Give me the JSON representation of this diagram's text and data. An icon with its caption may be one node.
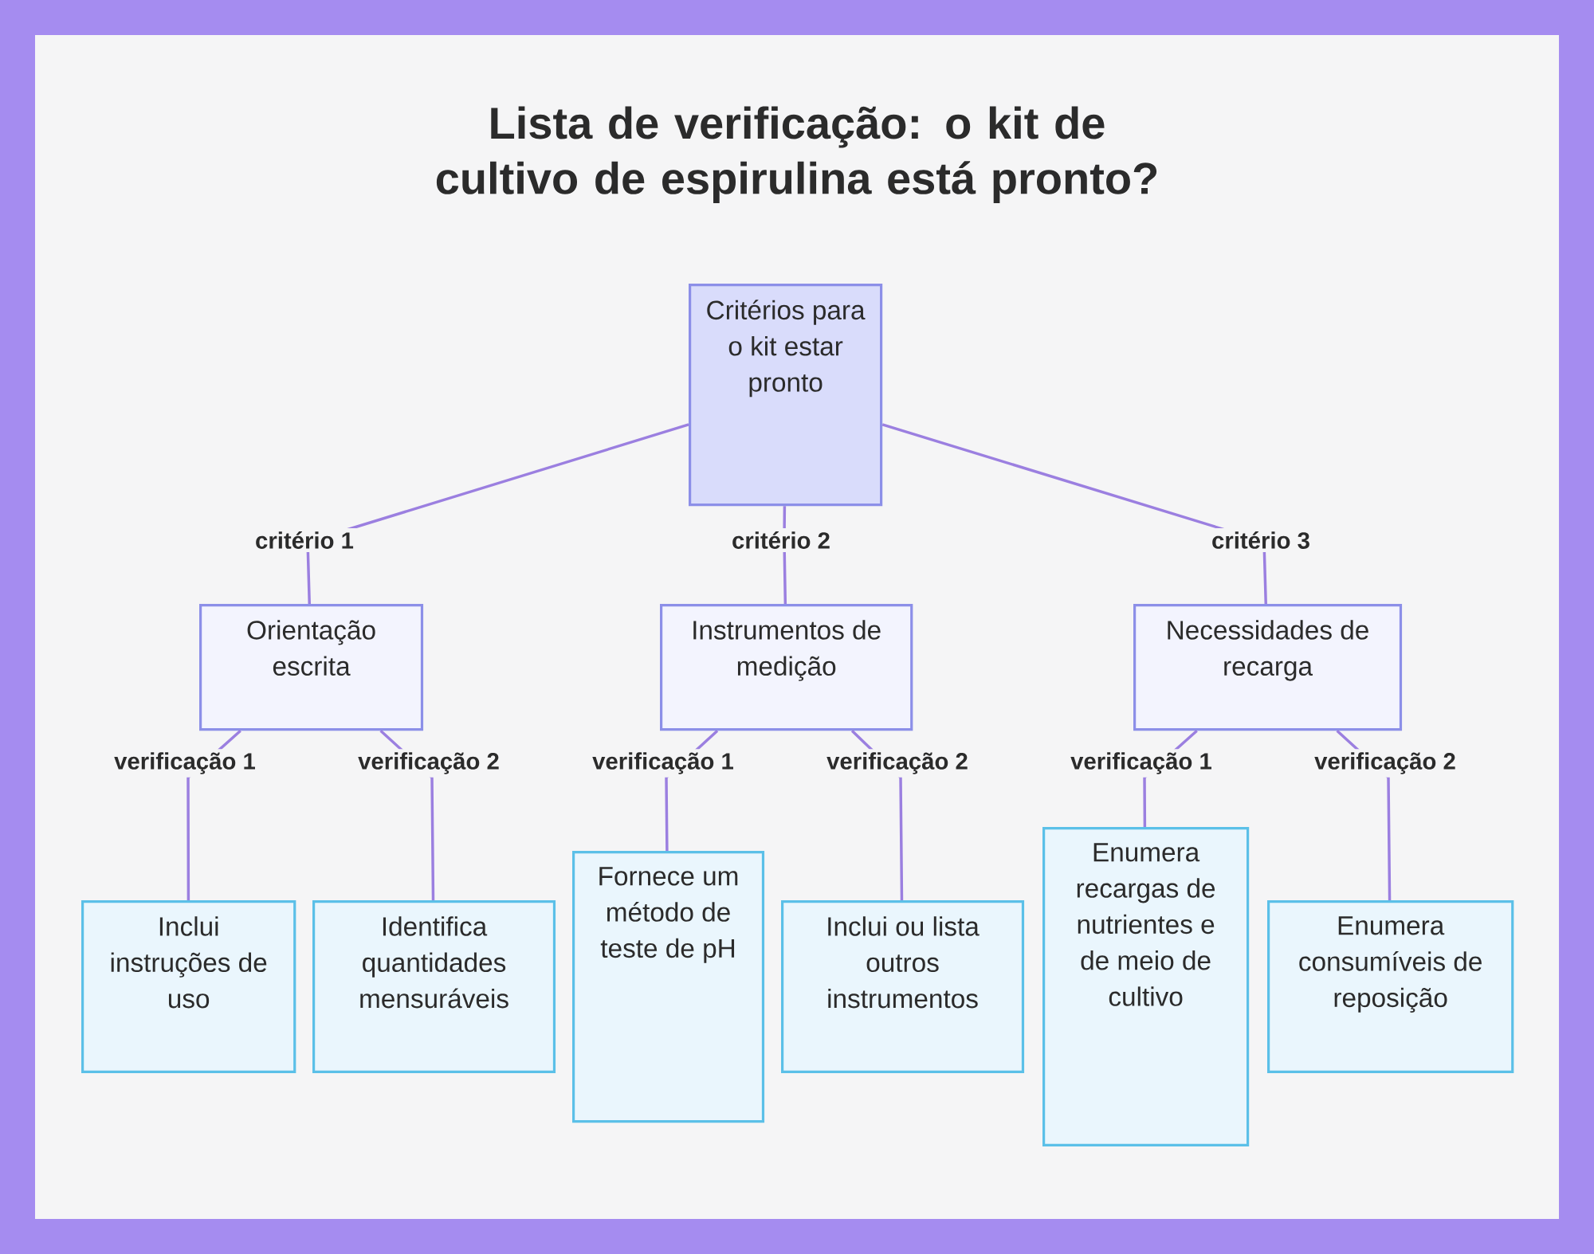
{
  "diagram": {
    "title": "Lista de verificação: o kit de cultivo de espirulina está pronto?",
    "nodes": [
      {
        "text": [
          "Critérios para o kit estar pronto"
        ]
      },
      {
        "text": [
          "Orientação escrita"
        ]
      },
      {
        "text": [
          "Instrumentos de medição"
        ]
      },
      {
        "text": [
          "Necessidades de recarga"
        ]
      },
      {
        "text": [
          "Inclui instruções de uso"
        ]
      },
      {
        "text": [
          "Identifica quantidades mensuráveis"
        ]
      },
      {
        "text": [
          "Fornece um método de teste de pH"
        ]
      },
      {
        "text": [
          "Inclui ou lista outros instrumentos"
        ]
      },
      {
        "text": [
          "Enumera recargas de nutrientes e de meio de cultivo"
        ]
      },
      {
        "text": [
          "Enumera consumíveis de reposição"
        ]
      }
    ],
    "edges": [
      {
        "from": 0,
        "to": 1,
        "arrow": "none",
        "label": "critério 1"
      },
      {
        "from": 0,
        "to": 2,
        "arrow": "none",
        "label": "critério 2"
      },
      {
        "from": 0,
        "to": 3,
        "arrow": "none",
        "label": "critério 3"
      },
      {
        "from": 1,
        "to": 4,
        "arrow": "none",
        "label": "verificação 1"
      },
      {
        "from": 1,
        "to": 5,
        "arrow": "none",
        "label": "verificação 2"
      },
      {
        "from": 2,
        "to": 6,
        "arrow": "none",
        "label": "verificação 1"
      },
      {
        "from": 2,
        "to": 7,
        "arrow": "none",
        "label": "verificação 2"
      },
      {
        "from": 3,
        "to": 8,
        "arrow": "none",
        "label": "verificação 1"
      },
      {
        "from": 3,
        "to": 9,
        "arrow": "none",
        "label": "verificação 2"
      }
    ]
  }
}
